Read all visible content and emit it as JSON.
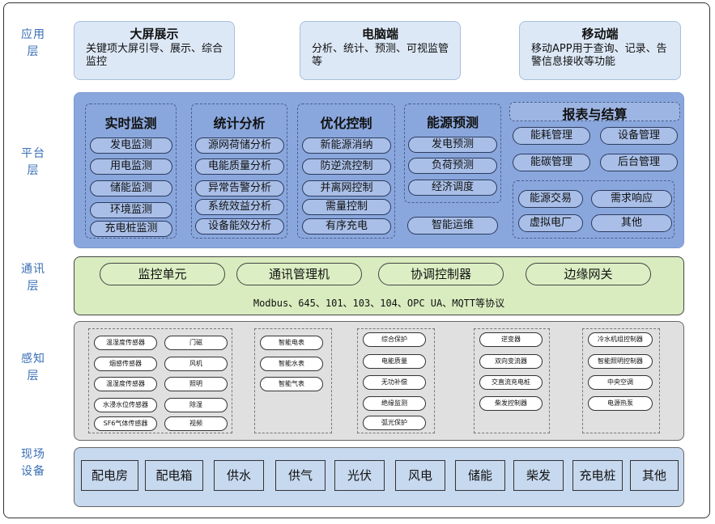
{
  "layers": [
    "应用层",
    "平台层",
    "通讯层",
    "感知层",
    "现场设备"
  ],
  "application": [
    {
      "title": "大屏展示",
      "desc": "关键项大屏引导、展示、综合监控"
    },
    {
      "title": "电脑端",
      "desc": "分析、统计、预测、可视监管等"
    },
    {
      "title": "移动端",
      "desc": "移动APP用于查询、记录、告警信息接收等功能"
    }
  ],
  "platform": {
    "realtime": {
      "title": "实时监测",
      "items": [
        "发电监测",
        "用电监测",
        "储能监测",
        "环境监测",
        "充电桩监测"
      ]
    },
    "stats": {
      "title": "统计分析",
      "items": [
        "源网荷储分析",
        "电能质量分析",
        "异常告警分析",
        "系统效益分析",
        "设备能效分析"
      ]
    },
    "optimize": {
      "title": "优化控制",
      "items": [
        "新能源消纳",
        "防逆流控制",
        "并离网控制",
        "需量控制",
        "有序充电"
      ]
    },
    "forecast": {
      "title": "能源预测",
      "items": [
        "发电预测",
        "负荷预测",
        "经济调度"
      ]
    },
    "smart_ops": "智能运维",
    "report": {
      "title": "报表与结算",
      "items": [
        "能耗管理",
        "设备管理",
        "能碳管理",
        "后台管理"
      ]
    },
    "trade": [
      "能源交易",
      "需求响应",
      "虚拟电厂",
      "其他"
    ]
  },
  "communication": {
    "units": [
      "监控单元",
      "通讯管理机",
      "协调控制器",
      "边缘网关"
    ],
    "protocol": "Modbus、645、101、103、104、OPC UA、MQTT等协议"
  },
  "perception": {
    "group1a": [
      "温湿度传感器",
      "烟感传感器",
      "温湿度传感器",
      "水浸水位传感器",
      "SF6气体传感器"
    ],
    "group1b": [
      "门磁",
      "风机",
      "照明",
      "除湿",
      "视频"
    ],
    "group2": [
      "智能电表",
      "智能水表",
      "智能气表"
    ],
    "group3": [
      "综合保护",
      "电能质量",
      "无功补偿",
      "绝缘监测",
      "弧光保护"
    ],
    "group4": [
      "逆变器",
      "双向变流器",
      "交直流充电桩",
      "柴发控制器"
    ],
    "group5": [
      "冷水机组控制器",
      "智能照明控制器",
      "中央空调",
      "电源热泵"
    ]
  },
  "field": [
    "配电房",
    "配电箱",
    "供水",
    "供气",
    "光伏",
    "风电",
    "储能",
    "柴发",
    "充电桩",
    "其他"
  ]
}
